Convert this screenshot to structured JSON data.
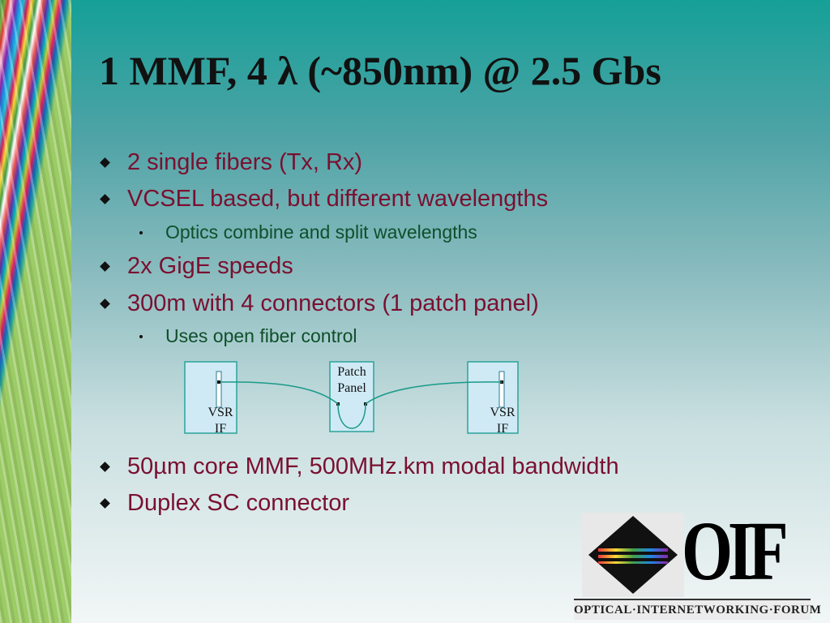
{
  "slide": {
    "title": "1 MMF, 4 λ (~850nm) @ 2.5 Gbs"
  },
  "bullets": [
    {
      "text": "2 single fibers (Tx, Rx)"
    },
    {
      "text": "VCSEL based, but different wavelengths"
    },
    {
      "text": "Optics combine and split wavelengths"
    },
    {
      "text": "2x GigE speeds"
    },
    {
      "text": "300m with 4 connectors (1 patch panel)"
    },
    {
      "text": "Uses open fiber control"
    },
    {
      "text": "50µm core MMF, 500MHz.km modal bandwidth"
    },
    {
      "text": "Duplex SC connector"
    }
  ],
  "diagram": {
    "left_box": {
      "line1": "VSR",
      "line2": "IF"
    },
    "patch_panel": {
      "line1": "Patch",
      "line2": "Panel"
    },
    "right_box": {
      "line1": "VSR",
      "line2": "IF"
    }
  },
  "logo": {
    "name": "OIF",
    "tagline": "OPTICAL·INTERNETWORKING·FORUM"
  },
  "colors": {
    "title": "#111111",
    "bullet_text": "#7a1030",
    "sub_bullet_text": "#0f4f2a",
    "fiber_line": "#1a9a8a",
    "box_fill": "#cfeaf5"
  }
}
